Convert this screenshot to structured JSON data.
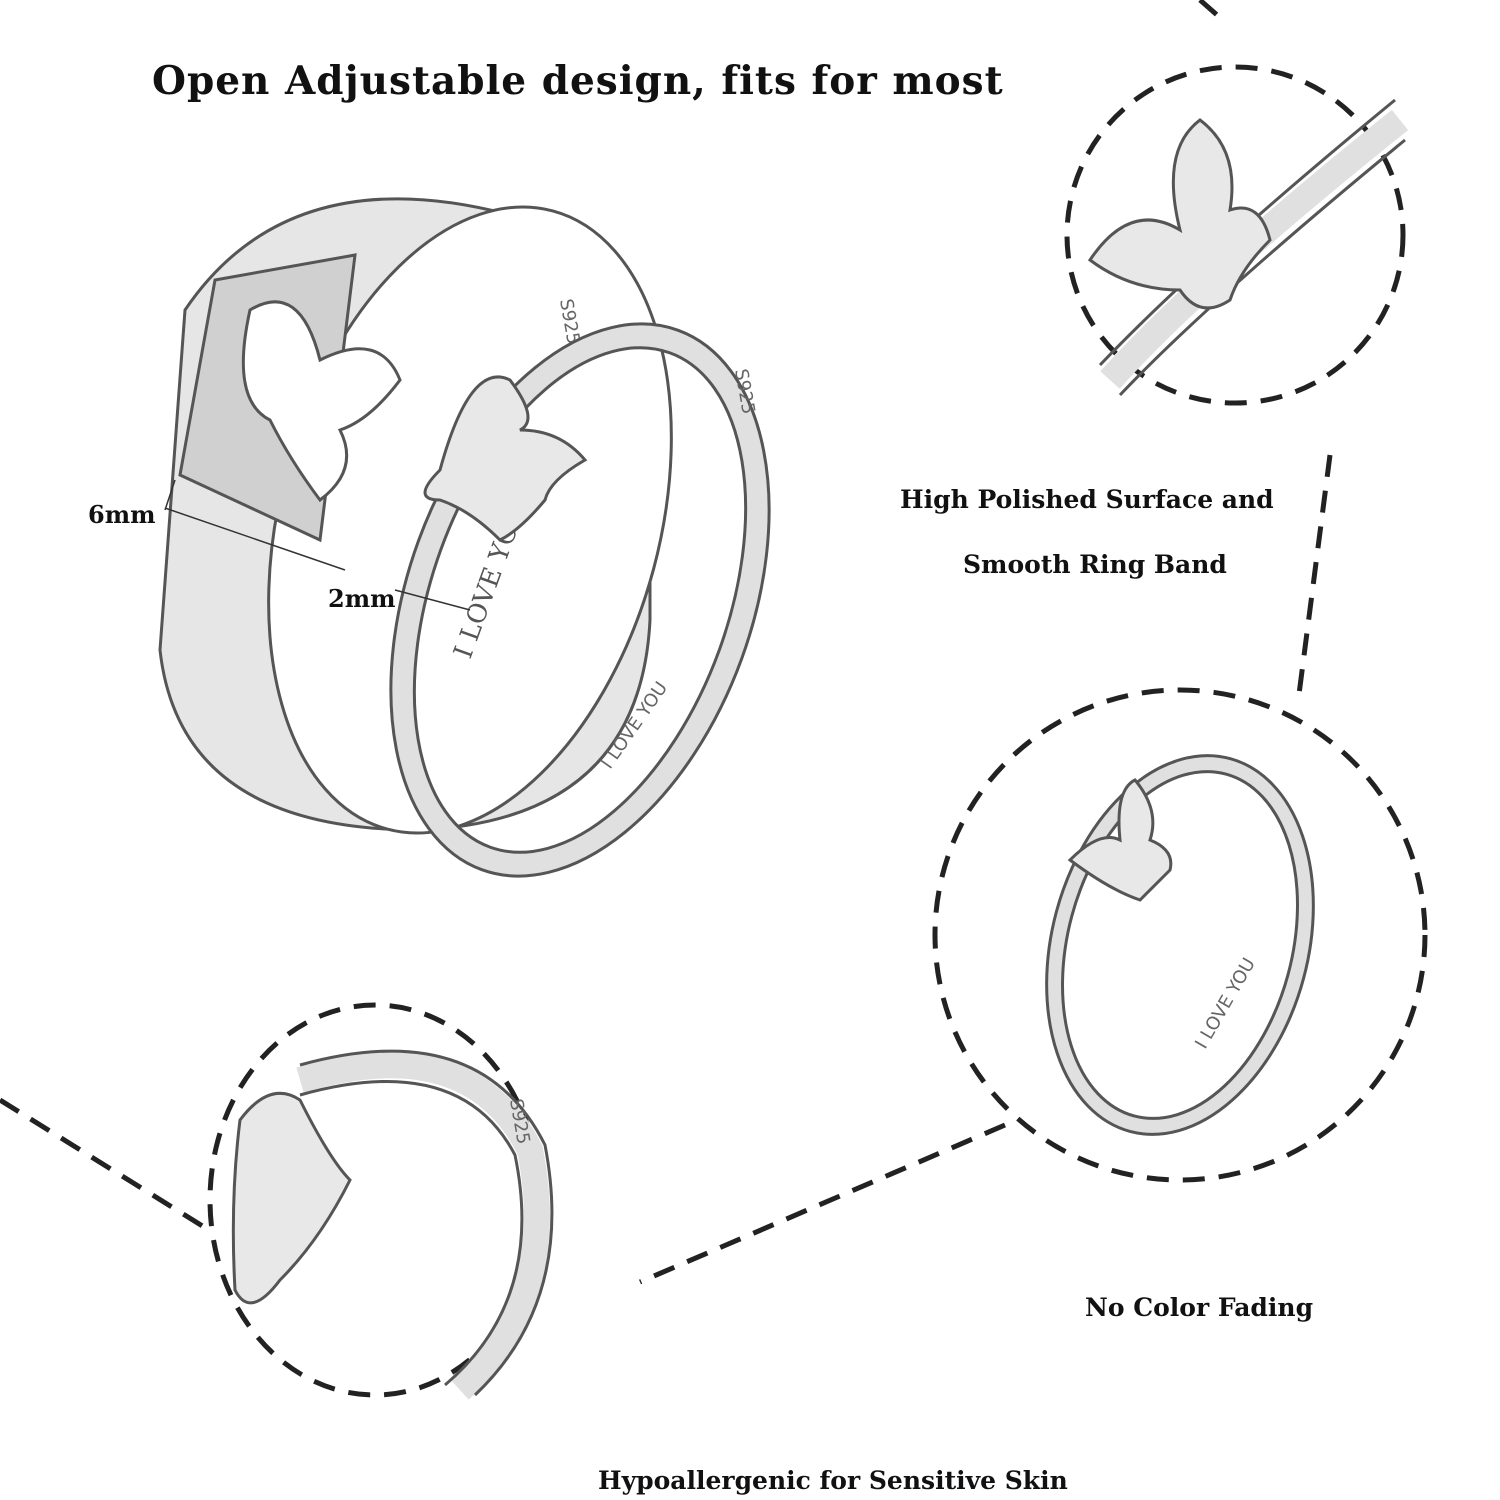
{
  "headline": "Open Adjustable design, fits for most",
  "dimensions": {
    "band_width": "6mm",
    "thin_band_width": "2mm"
  },
  "features": {
    "polished_line1": "High Polished Surface and",
    "polished_line2": "Smooth Ring Band",
    "no_fading": "No Color Fading",
    "hypoallergenic": "Hypoallergenic for Sensitive Skin"
  },
  "engravings": {
    "message": "I LOVE YOU",
    "stamp": "S925"
  },
  "colors": {
    "text": "#111111",
    "silver": "#d9d9d9",
    "outline": "#555555",
    "dash": "#222222"
  }
}
